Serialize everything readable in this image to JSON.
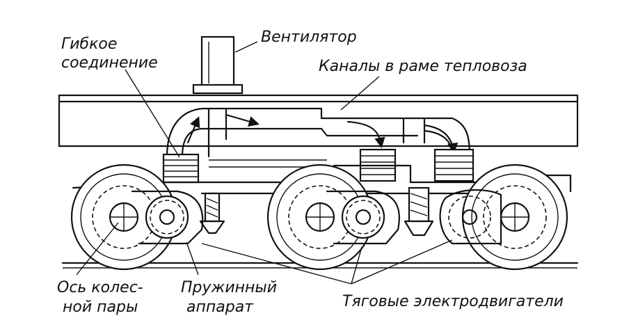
{
  "labels": {
    "flexible_connection_line1": "Гибкое",
    "flexible_connection_line2": "соединение",
    "fan": "Вентилятор",
    "frame_channels": "Каналы в раме тепловоза",
    "axle_line1": "Ось колес-",
    "axle_line2": "ной пары",
    "spring_line1": "Пружинный",
    "spring_line2": "аппарат",
    "traction_motors": "Тяговые электродвигатели"
  }
}
